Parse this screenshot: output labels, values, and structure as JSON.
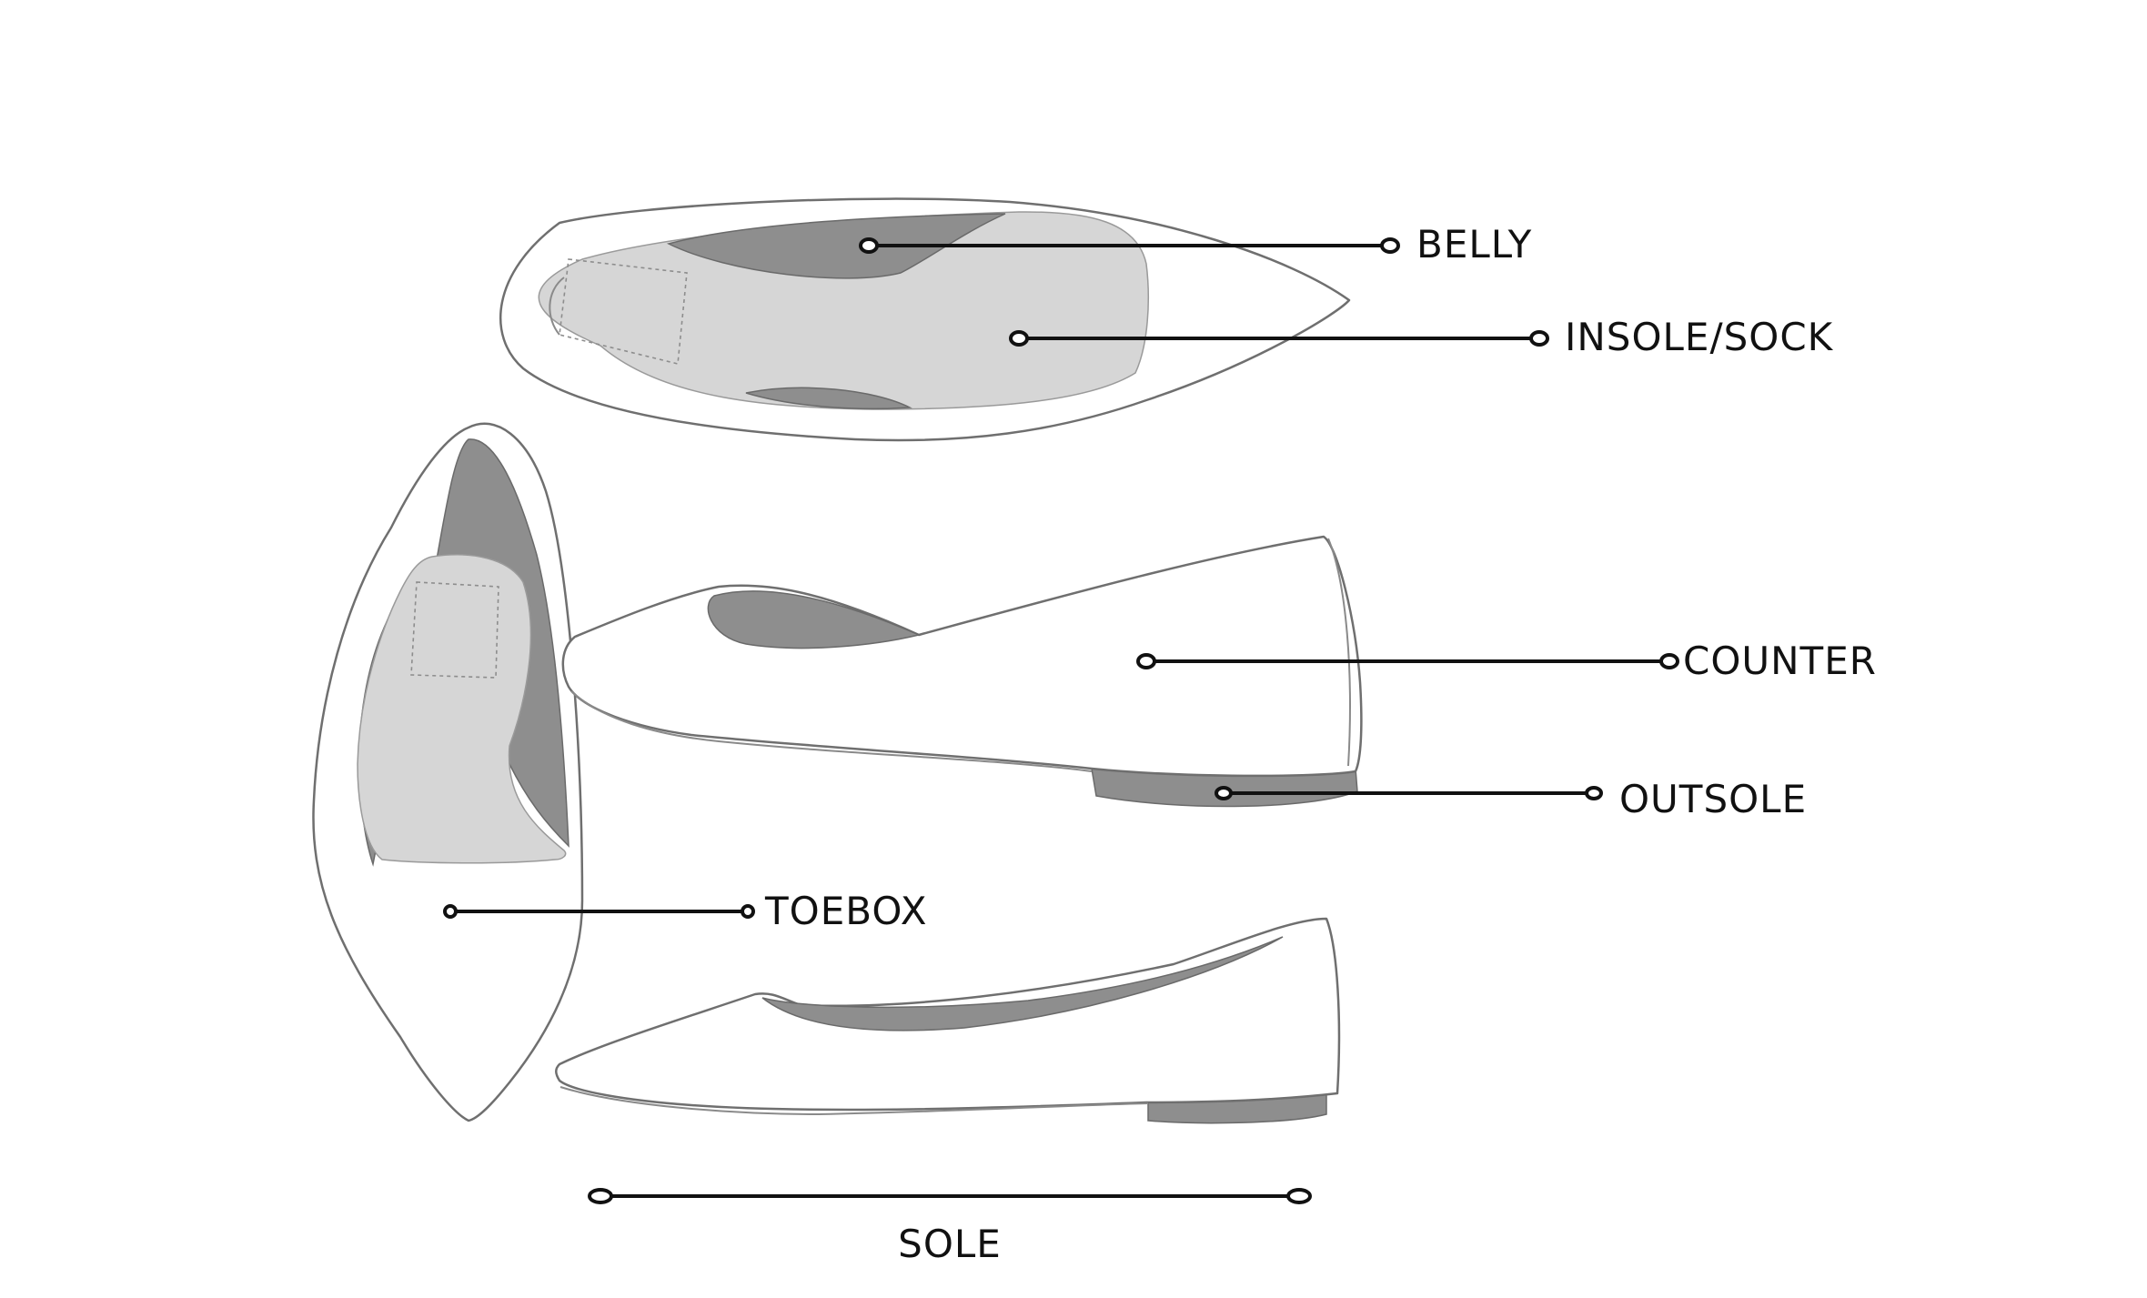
{
  "labels": {
    "belly": "BELLY",
    "insole": "INSOLE/SOCK",
    "counter": "COUNTER",
    "outsole": "OUTSOLE",
    "toebox": "TOEBOX",
    "sole": "SOLE"
  },
  "colors": {
    "outline": "#6f6f6f",
    "dark_gray": "#8e8e8e",
    "light_gray": "#d6d6d6",
    "leader": "#111111",
    "background": "#ffffff"
  }
}
